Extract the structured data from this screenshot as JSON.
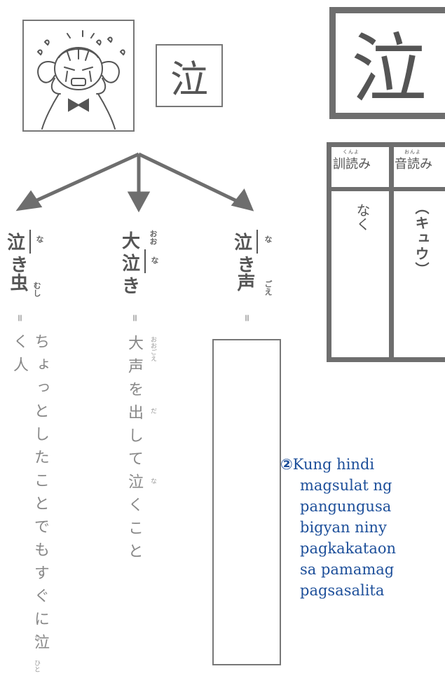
{
  "kanji": "泣",
  "readings": {
    "kun_header": "訓読み",
    "kun_header_ruby": "くんよ",
    "on_header": "音読み",
    "on_header_ruby": "おんよ",
    "kun_value": "なく",
    "on_value": "（キュウ）"
  },
  "words": [
    {
      "word_line1": "泣",
      "word_line2": "き虫",
      "furi1": "な",
      "furi2": "むし",
      "equals": "=",
      "definition": "ちょっとしたことでもすぐに泣く人",
      "def_furi": [
        {
          "text": "な"
        },
        {
          "text": "ひと"
        }
      ]
    },
    {
      "word_line0": "大",
      "word_line1": "泣",
      "word_line2": "き",
      "furi0": "おお",
      "furi1": "な",
      "equals": "=",
      "definition": "大声を出して泣くこと",
      "def_furi": [
        {
          "text": "おおごえ"
        },
        {
          "text": "だ"
        },
        {
          "text": "な"
        }
      ]
    },
    {
      "word_line1": "泣",
      "word_line2": "き声",
      "furi1": "な",
      "furi2": "ごえ",
      "equals": "="
    }
  ],
  "instruction": {
    "number": "②",
    "lines": [
      "Kung hindi",
      "magsulat ng",
      "pangungusa",
      "bigyan niny",
      "pagkakataon",
      "sa pamamag",
      "pagsasalita"
    ]
  }
}
